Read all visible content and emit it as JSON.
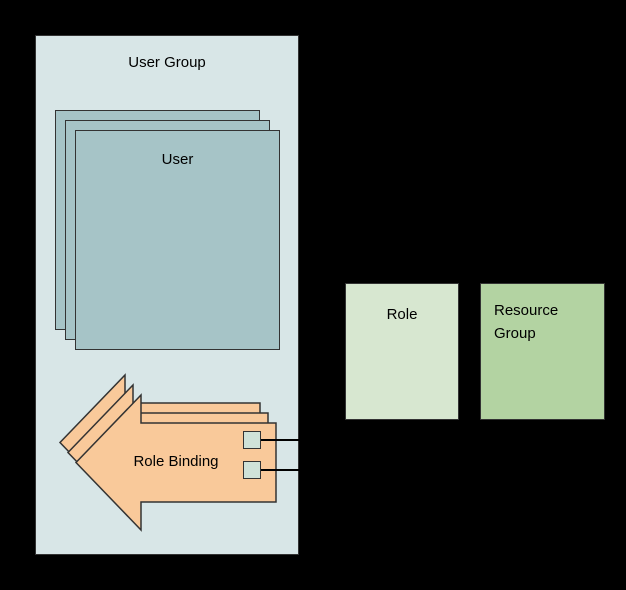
{
  "nodes": {
    "user_group": {
      "label": "User Group"
    },
    "user": {
      "label": "User",
      "stack_count": 3
    },
    "role_binding": {
      "label": "Role Binding",
      "stack_count": 3,
      "connector_count": 2
    },
    "role": {
      "label": "Role"
    },
    "resource_group": {
      "label": "Resource Group"
    }
  },
  "colors": {
    "background": "#000000",
    "stroke": "#333333",
    "connector_line": "#000000",
    "container_fill": "#d8e6e7",
    "user_fill": "#a6c4c7",
    "arrow_fill": "#f9c99a",
    "connector_fill": "#cfe2d9",
    "role_fill": "#d7e7d0",
    "resource_fill": "#b3d3a2"
  }
}
